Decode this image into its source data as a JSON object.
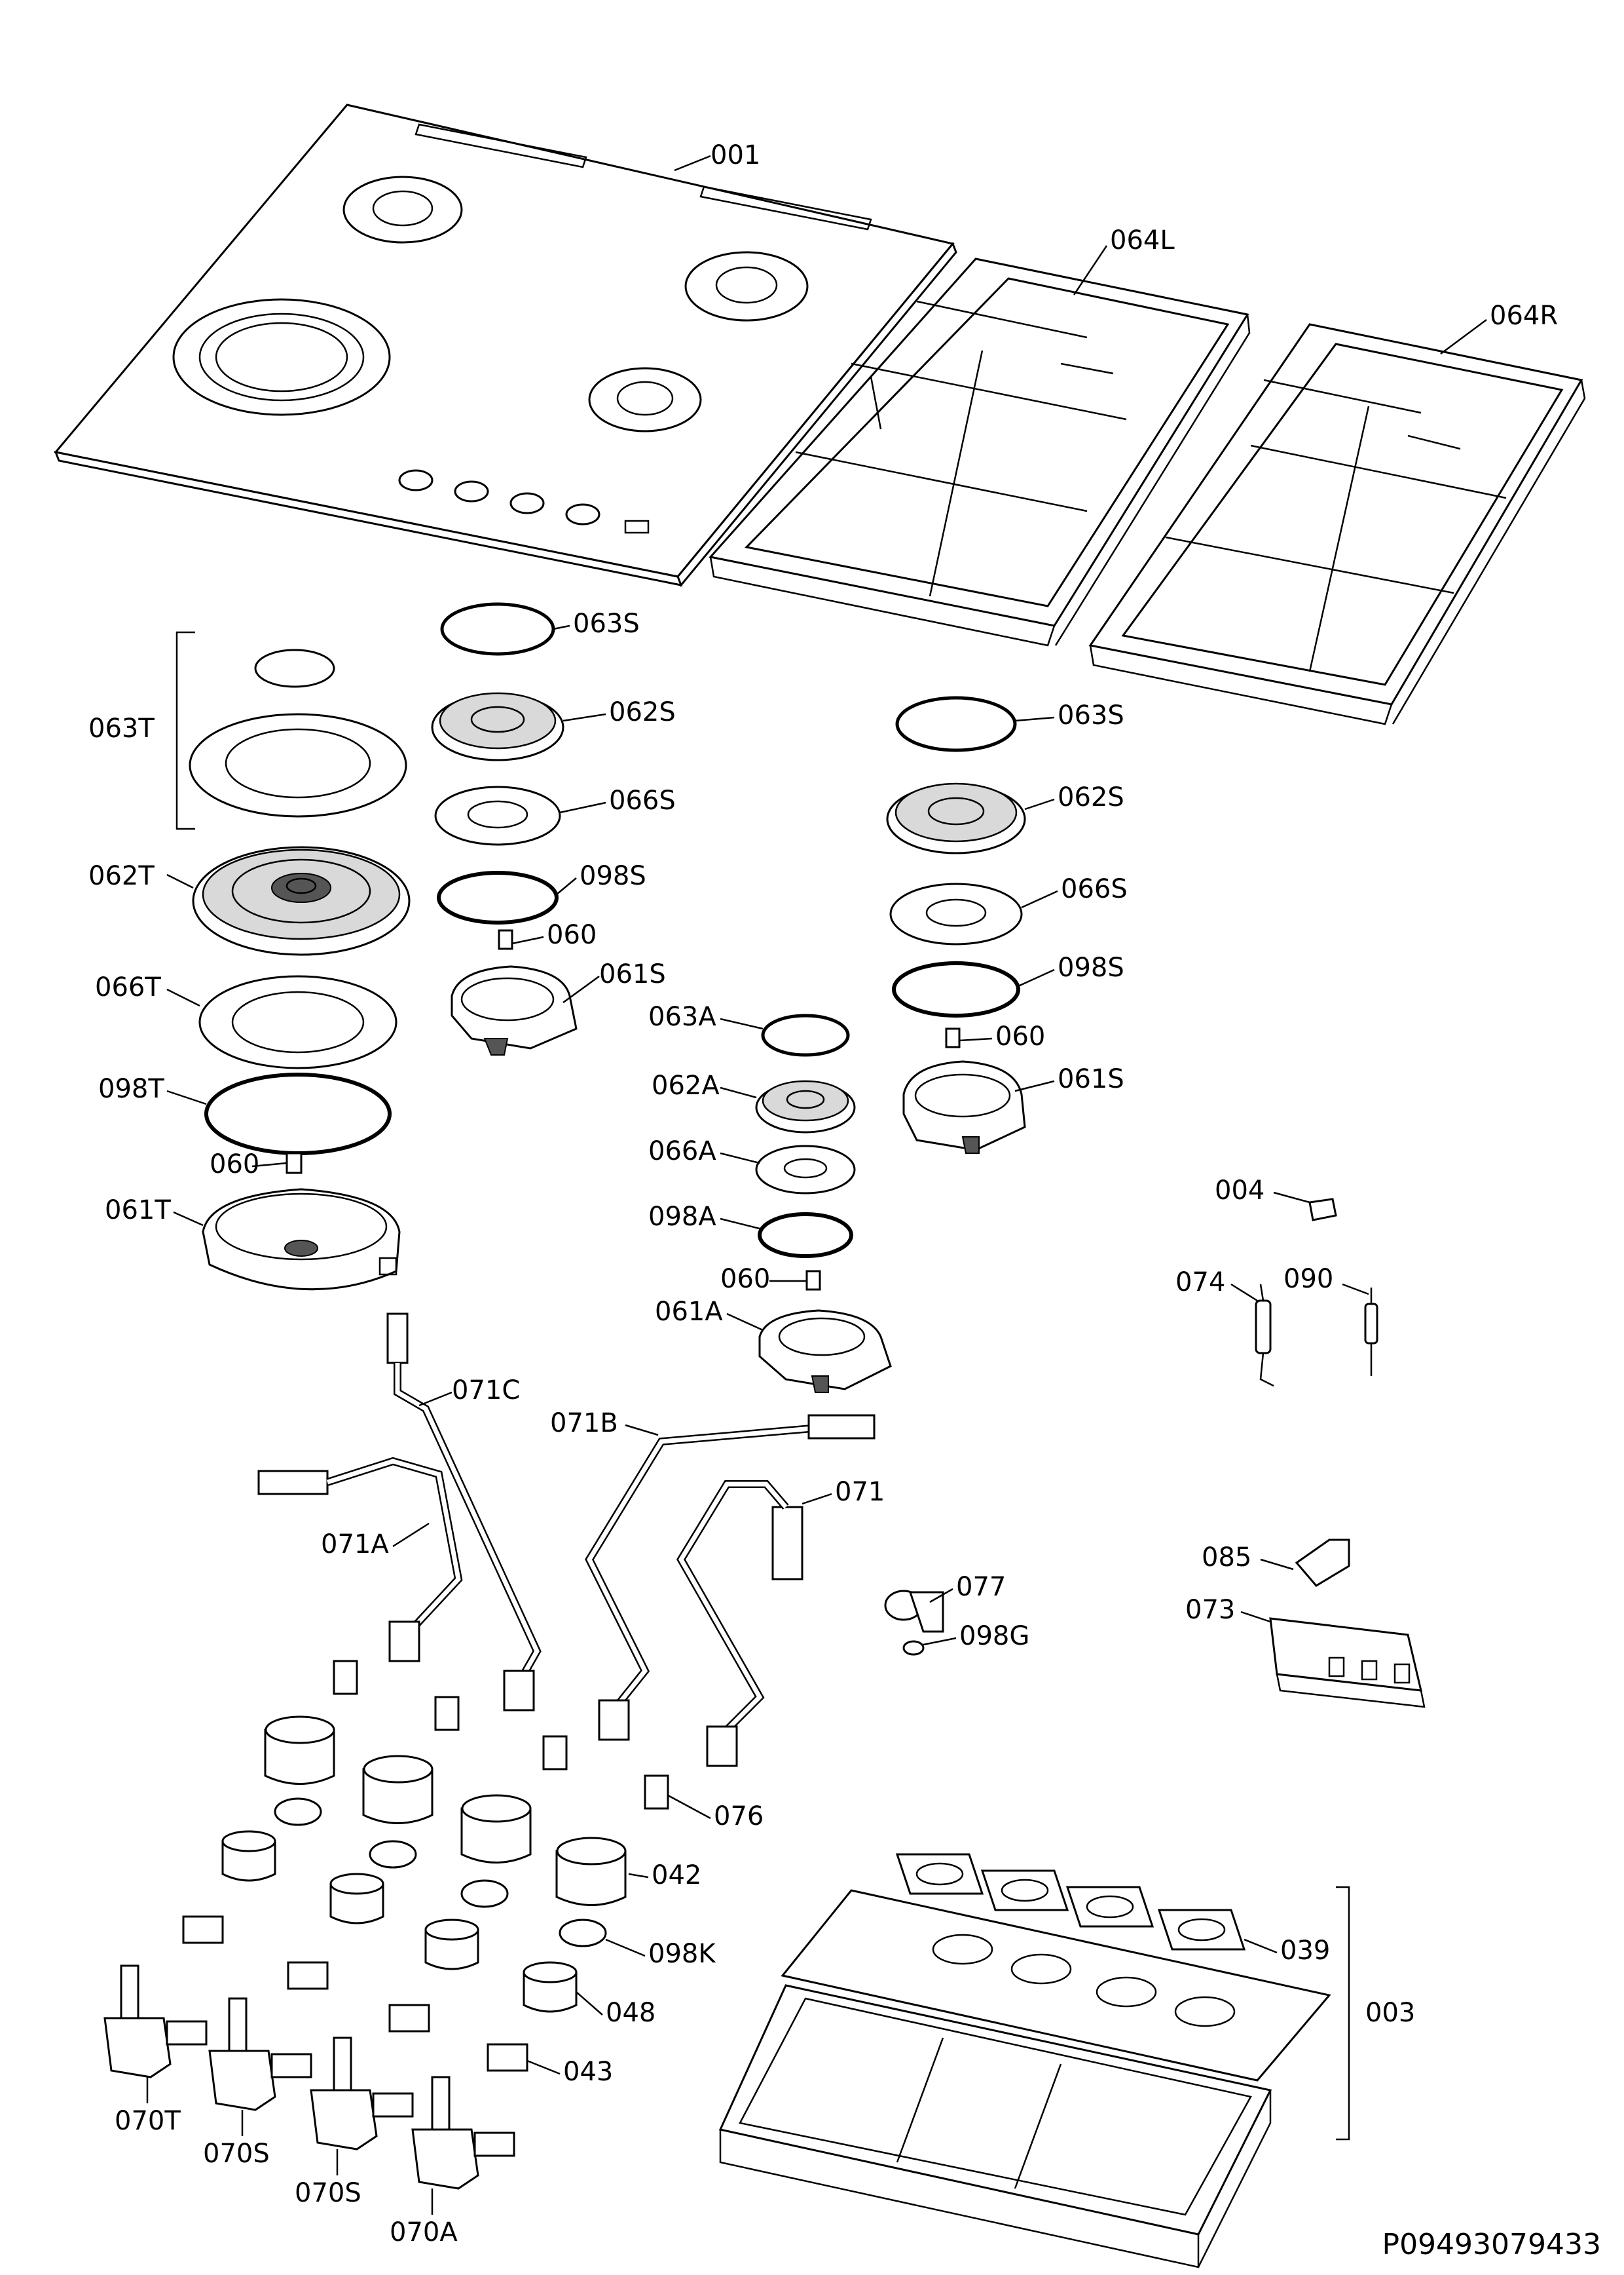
{
  "document_number": "P09493079433",
  "part_labels": {
    "p001": "001",
    "p064L": "064L",
    "p064R": "064R",
    "p063T": "063T",
    "p062T": "062T",
    "p066T": "066T",
    "p098T": "098T",
    "p060a": "060",
    "p061T": "061T",
    "p063S_a": "063S",
    "p062S_a": "062S",
    "p066S_a": "066S",
    "p098S_a": "098S",
    "p060b": "060",
    "p061S_a": "061S",
    "p063S_b": "063S",
    "p062S_b": "062S",
    "p066S_b": "066S",
    "p098S_b": "098S",
    "p060c": "060",
    "p061S_b": "061S",
    "p063A": "063A",
    "p062A": "062A",
    "p066A": "066A",
    "p098A": "098A",
    "p060d": "060",
    "p061A": "061A",
    "p004": "004",
    "p074": "074",
    "p090": "090",
    "p071C": "071C",
    "p071B": "071B",
    "p071A": "071A",
    "p071": "071",
    "p077": "077",
    "p098G": "098G",
    "p085": "085",
    "p073": "073",
    "p076": "076",
    "p042": "042",
    "p098K": "098K",
    "p048": "048",
    "p043": "043",
    "p039": "039",
    "p003": "003",
    "p070T": "070T",
    "p070S_a": "070S",
    "p070S_b": "070S",
    "p070A": "070A"
  }
}
